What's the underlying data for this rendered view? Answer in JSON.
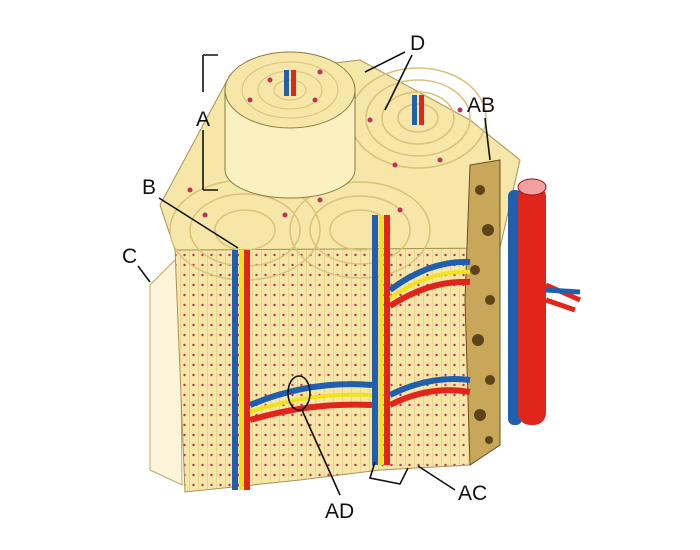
{
  "diagram": {
    "labels": {
      "a": "A",
      "b": "B",
      "c": "C",
      "d": "D",
      "ab": "AB",
      "ac": "AC",
      "ad": "AD"
    },
    "colors": {
      "bone": "#f6e7a8",
      "lamella_line": "#d9c27a",
      "osteocyte": "#c0305a",
      "artery": "#e0261b",
      "vein": "#1f5fae",
      "nerve": "#f2e21a",
      "spongy": "#8a6a2a"
    }
  }
}
